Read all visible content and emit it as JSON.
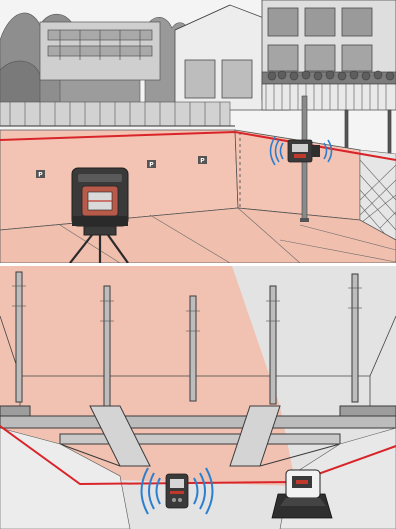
{
  "top_scene": {
    "parking_signs": [
      "P",
      "P",
      "P"
    ],
    "colors": {
      "laser_line": "#d9252a",
      "highlight_fill": "#f3c4b3",
      "sky": "#f4f4f4",
      "sketch_line": "#555555",
      "laser_body": "#3a3a3a",
      "laser_accent": "#c0392b",
      "receiver_signal": "#2b7fd0"
    },
    "icons": [
      "rotary-laser-level-icon",
      "tripod-icon",
      "laser-receiver-icon",
      "signal-waves-icon",
      "parking-sign-icon"
    ]
  },
  "bottom_scene": {
    "colors": {
      "laser_line": "#d9252a",
      "highlight_fill": "#f1c2b2",
      "ceiling_gray": "#dcdcdc",
      "receiver_signal": "#2b7fd0",
      "laser_body": "#2f2f2f"
    },
    "icons": [
      "line-laser-icon",
      "laser-receiver-icon",
      "signal-waves-icon",
      "ceiling-hanger-icon"
    ]
  }
}
